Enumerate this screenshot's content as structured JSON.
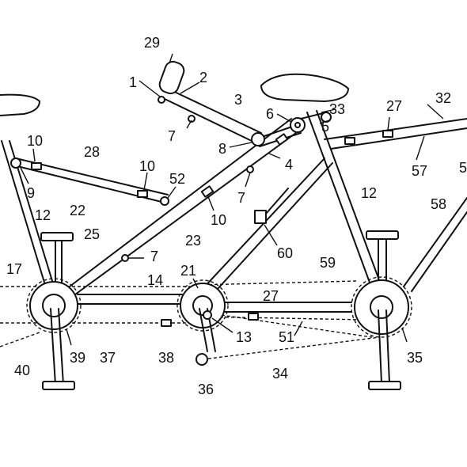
{
  "figure": {
    "labels": [
      {
        "id": "l29a",
        "text": "29"
      },
      {
        "id": "l1",
        "text": "1"
      },
      {
        "id": "l2",
        "text": "2"
      },
      {
        "id": "l3",
        "text": "3"
      },
      {
        "id": "l7a",
        "text": "7"
      },
      {
        "id": "l8",
        "text": "8"
      },
      {
        "id": "l6",
        "text": "6"
      },
      {
        "id": "l33",
        "text": "33"
      },
      {
        "id": "l5",
        "text": "5"
      },
      {
        "id": "l27a",
        "text": "27"
      },
      {
        "id": "l32",
        "text": "32"
      },
      {
        "id": "l57",
        "text": "57"
      },
      {
        "id": "l5b",
        "text": "5"
      },
      {
        "id": "l4",
        "text": "4"
      },
      {
        "id": "l10a",
        "text": "10"
      },
      {
        "id": "l28",
        "text": "28"
      },
      {
        "id": "l10b",
        "text": "10"
      },
      {
        "id": "l9",
        "text": "9"
      },
      {
        "id": "l52",
        "text": "52"
      },
      {
        "id": "l22",
        "text": "22"
      },
      {
        "id": "l7b",
        "text": "7"
      },
      {
        "id": "l10c",
        "text": "10"
      },
      {
        "id": "l12a",
        "text": "12"
      },
      {
        "id": "l12b",
        "text": "12"
      },
      {
        "id": "l58",
        "text": "58"
      },
      {
        "id": "l23",
        "text": "23"
      },
      {
        "id": "l25",
        "text": "25"
      },
      {
        "id": "l7c",
        "text": "7"
      },
      {
        "id": "l60",
        "text": "60"
      },
      {
        "id": "l17",
        "text": "17"
      },
      {
        "id": "l21",
        "text": "21"
      },
      {
        "id": "l59",
        "text": "59"
      },
      {
        "id": "l14",
        "text": "14"
      },
      {
        "id": "l27b",
        "text": "27"
      },
      {
        "id": "l13",
        "text": "13"
      },
      {
        "id": "l51",
        "text": "51"
      },
      {
        "id": "l39",
        "text": "39"
      },
      {
        "id": "l37",
        "text": "37"
      },
      {
        "id": "l38",
        "text": "38"
      },
      {
        "id": "l35",
        "text": "35"
      },
      {
        "id": "l40",
        "text": "40"
      },
      {
        "id": "l34",
        "text": "34"
      },
      {
        "id": "l36",
        "text": "36"
      }
    ]
  }
}
